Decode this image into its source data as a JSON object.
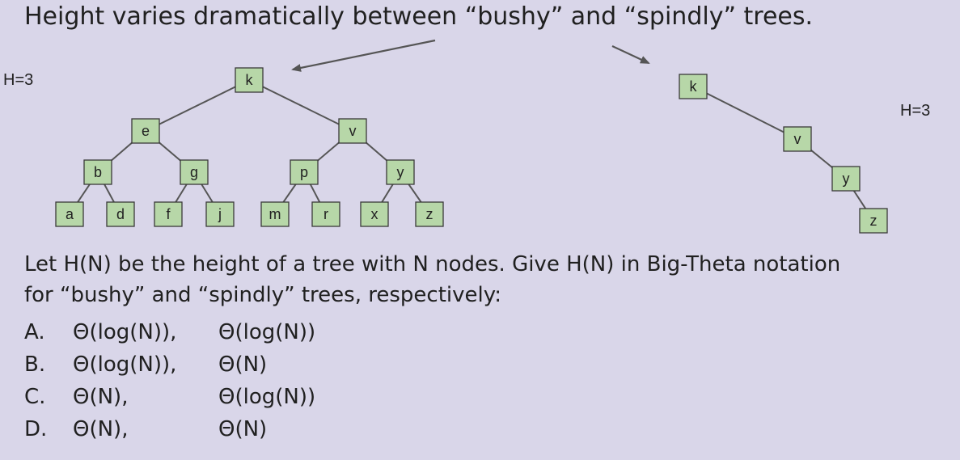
{
  "slide": {
    "title": "Height varies dramatically between “bushy” and “spindly” trees.",
    "bushy_height_label": "H=3",
    "spindly_height_label": "H=3",
    "question_line1": "Let H(N) be the height of a tree with N nodes. Give H(N) in Big-Theta notation",
    "question_line2": "for “bushy” and “spindly” trees, respectively:",
    "options": [
      {
        "letter": "A.",
        "bushy": "Θ(log(N)),",
        "spindly": "Θ(log(N))"
      },
      {
        "letter": "B.",
        "bushy": "Θ(log(N)),",
        "spindly": "Θ(N)"
      },
      {
        "letter": "C.",
        "bushy": "Θ(N),",
        "spindly": "Θ(log(N))"
      },
      {
        "letter": "D.",
        "bushy": "Θ(N),",
        "spindly": "Θ(N)"
      }
    ]
  },
  "bushy_tree": {
    "nodes": [
      "k",
      "e",
      "v",
      "b",
      "g",
      "p",
      "y",
      "a",
      "d",
      "f",
      "j",
      "m",
      "r",
      "x",
      "z"
    ],
    "edges": [
      [
        "k",
        "e"
      ],
      [
        "k",
        "v"
      ],
      [
        "e",
        "b"
      ],
      [
        "e",
        "g"
      ],
      [
        "v",
        "p"
      ],
      [
        "v",
        "y"
      ],
      [
        "b",
        "a"
      ],
      [
        "b",
        "d"
      ],
      [
        "g",
        "f"
      ],
      [
        "g",
        "j"
      ],
      [
        "p",
        "m"
      ],
      [
        "p",
        "r"
      ],
      [
        "y",
        "x"
      ],
      [
        "y",
        "z"
      ]
    ]
  },
  "spindly_tree": {
    "nodes": [
      "k",
      "v",
      "y",
      "z"
    ],
    "edges": [
      [
        "k",
        "v"
      ],
      [
        "v",
        "y"
      ],
      [
        "y",
        "z"
      ]
    ]
  },
  "colors": {
    "background": "#d9d6e9",
    "node_fill": "#b7d7a8",
    "node_border": "#3a3a3a"
  }
}
